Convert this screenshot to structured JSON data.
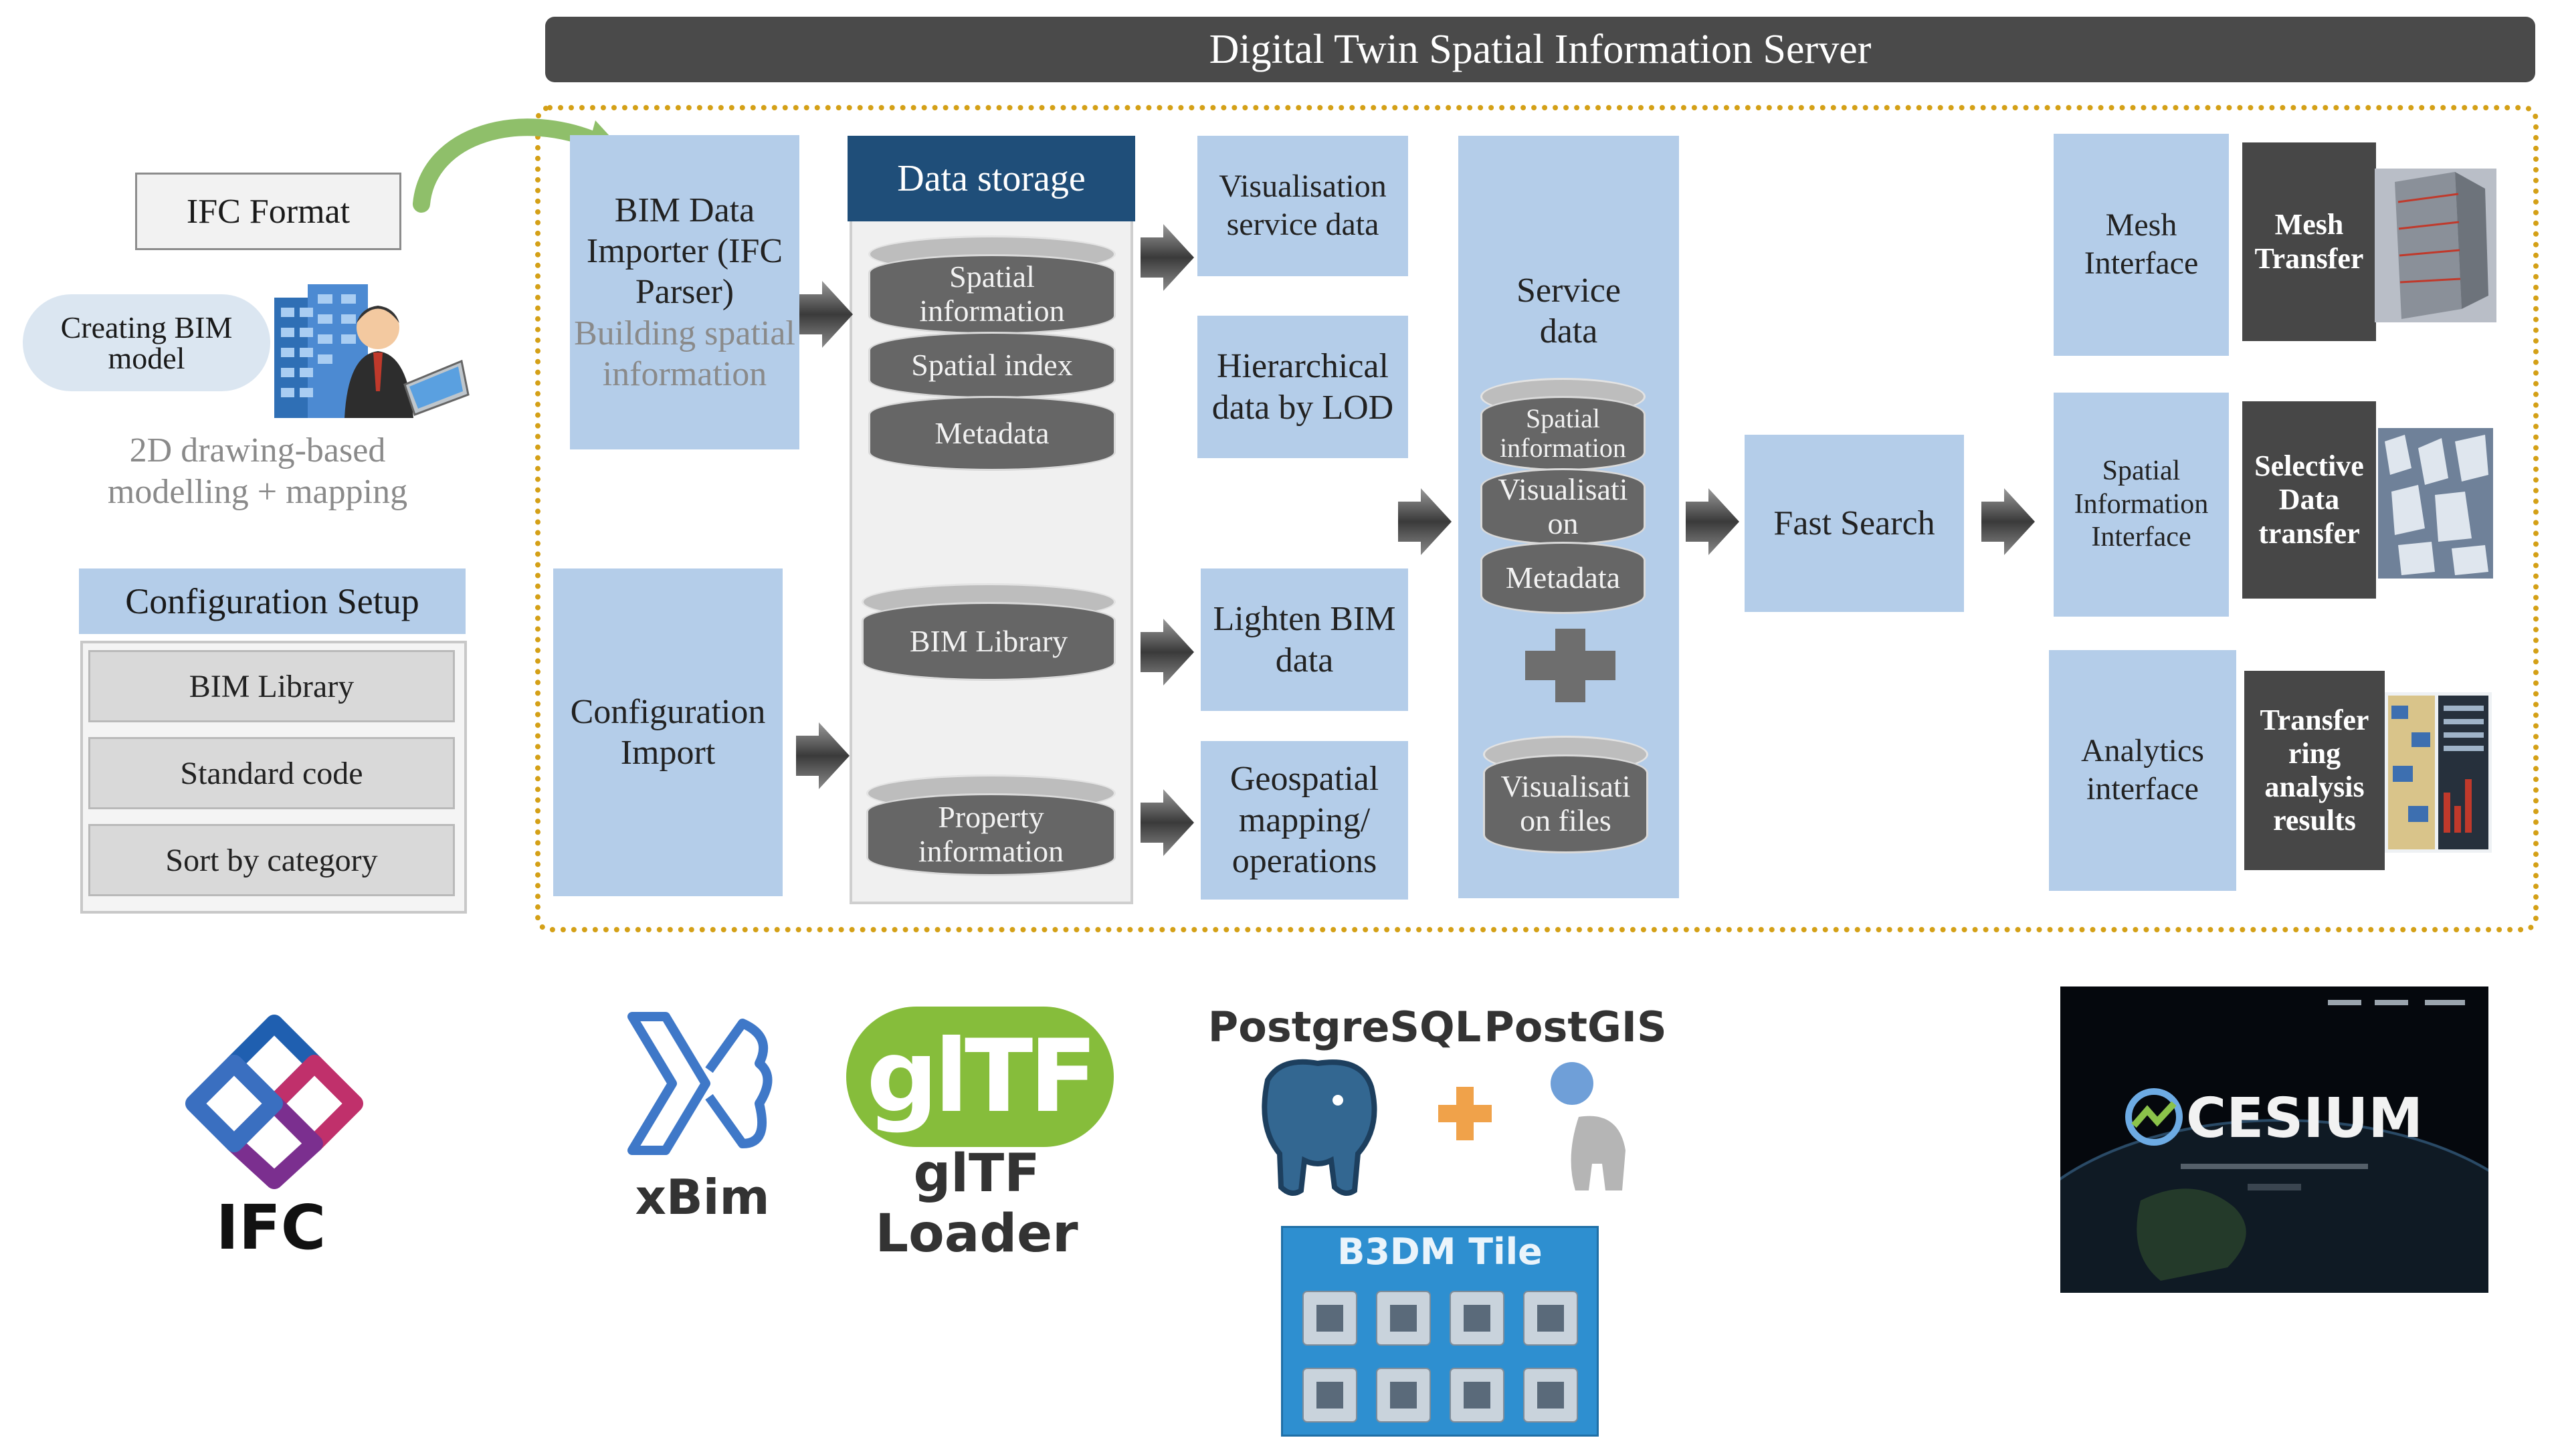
{
  "title": "Digital Twin Spatial Information Server",
  "left_panel": {
    "ifc_format": "IFC Format",
    "creating_bim_model": "Creating BIM model",
    "drawing_modelling": "2D drawing-based modelling + mapping",
    "config_setup": "Configuration Setup",
    "config_items": [
      "BIM Library",
      "Standard code",
      "Sort by category"
    ]
  },
  "importer": {
    "line1": "BIM Data Importer (IFC Parser)",
    "line2": "Building spatial information"
  },
  "config_import": "Configuration Import",
  "data_storage": {
    "header": "Data storage",
    "group1": [
      "Spatial information",
      "Spatial index",
      "Metadata"
    ],
    "bim_library": "BIM Library",
    "property_info": "Property information"
  },
  "outputs": {
    "visualisation_service": "Visualisation service data",
    "hierarchical": "Hierarchical data by LOD",
    "lighten": "Lighten BIM data",
    "geospatial": "Geospatial mapping/ operations"
  },
  "service_data": {
    "header": "Service data",
    "stack": [
      "Spatial information",
      "Visualisati on",
      "Metadata"
    ],
    "files": "Visualisati on files"
  },
  "fast_search": "Fast Search",
  "interfaces": [
    {
      "name": "Mesh Interface",
      "action": "Mesh Transfer"
    },
    {
      "name": "Spatial Information Interface",
      "action": "Selective Data transfer"
    },
    {
      "name": "Analytics interface",
      "action": "Transfer ring analysis results"
    }
  ],
  "logos": {
    "ifc": "IFC",
    "xbim": "xBim",
    "gltf": "glTF",
    "gltf_loader": "glTF Loader",
    "postgresql": "PostgreSQL",
    "postgis": "PostGIS",
    "b3dm": "B3DM Tile",
    "cesium": "CESIUM"
  },
  "colors": {
    "title_bar": "#4a4a4a",
    "frame": "#d4a017",
    "blue_box": "#b4cde9",
    "storage_header": "#1f4e79",
    "dark_box": "#474747",
    "cylinder": "#666666"
  }
}
